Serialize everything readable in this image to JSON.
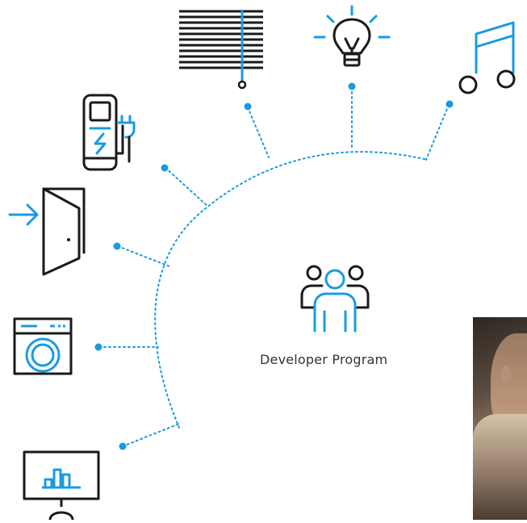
{
  "center": {
    "label": "Developer Program",
    "icon": "users-group-icon"
  },
  "devices": [
    {
      "name": "blinds",
      "icon": "window-blinds-icon"
    },
    {
      "name": "light",
      "icon": "light-bulb-icon"
    },
    {
      "name": "music",
      "icon": "music-note-icon"
    },
    {
      "name": "ev-charger",
      "icon": "ev-charger-icon"
    },
    {
      "name": "door",
      "icon": "door-entry-icon"
    },
    {
      "name": "washing-machine",
      "icon": "washing-machine-icon"
    },
    {
      "name": "monitor",
      "icon": "monitor-chart-icon"
    }
  ],
  "colors": {
    "accent": "#1a9be0",
    "line": "#1a1a1a",
    "text": "#333333"
  }
}
